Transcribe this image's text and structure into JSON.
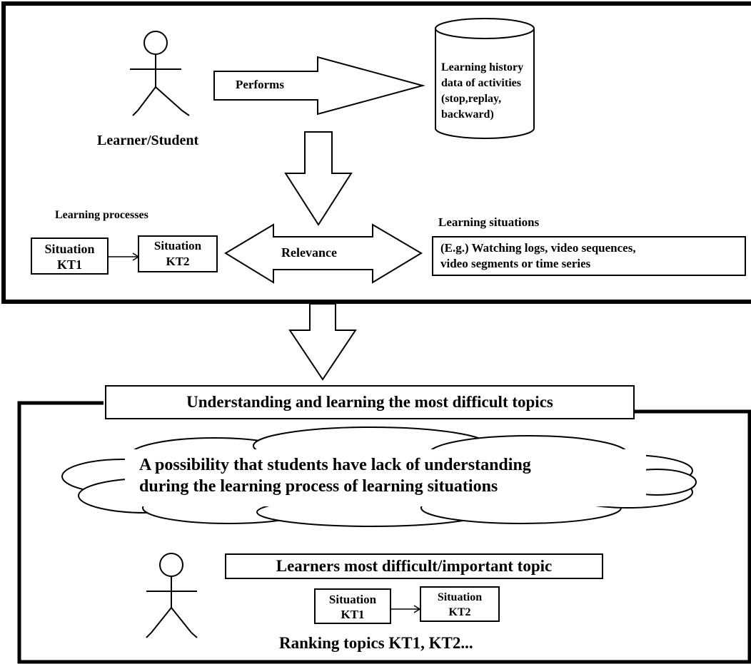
{
  "top_panel": {
    "actor_label": "Learner/Student",
    "performs_label": "Performs",
    "history_db": {
      "lines": [
        "Learning history",
        "data of activities",
        "(stop,replay,",
        "backward)"
      ]
    },
    "processes_title": "Learning processes",
    "situation_1": {
      "line1": "Situation",
      "line2": "KT1"
    },
    "situation_2": {
      "line1": "Situation",
      "line2": "KT2"
    },
    "relevance_label": "Relevance",
    "situations_title": "Learning situations",
    "situations_box": {
      "line1": "(E.g.) Watching logs, video sequences,",
      "line2": "video segments or time series"
    }
  },
  "bottom_panel": {
    "title": "Understanding and learning the most difficult topics",
    "cloud": {
      "line1": "A possibility that students have lack of understanding",
      "line2": "during the learning process of learning situations"
    },
    "difficult_topic_label": "Learners most difficult/important topic",
    "situation_1": {
      "line1": "Situation",
      "line2": "KT1"
    },
    "situation_2": {
      "line1": "Situation",
      "line2": "KT2"
    },
    "ranking_label": "Ranking topics KT1, KT2..."
  }
}
